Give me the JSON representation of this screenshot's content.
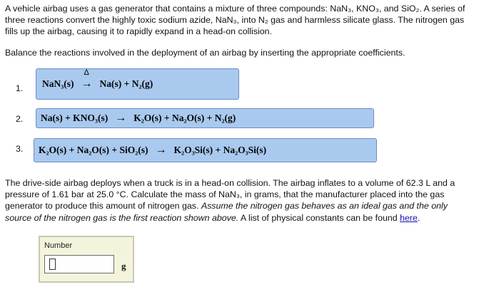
{
  "intro": "A vehicle airbag uses a gas generator that contains a mixture of three compounds: NaN₃, KNO₃, and SiO₂. A series of three reactions convert the highly toxic sodium azide, NaN₃, into N₂ gas and harmless silicate glass. The nitrogen gas fills up the airbag, causing it to rapidly expand in a head-on collision.",
  "task": "Balance the reactions involved in the deployment of an airbag by inserting the appropriate coefficients.",
  "reactions": [
    {
      "number": "1.",
      "reactants": "NaN₃(s)",
      "arrow": "→",
      "arrow_label": "Δ",
      "products": "Na(s) + N₂(g)"
    },
    {
      "number": "2.",
      "reactants": "Na(s) + KNO₃(s)",
      "arrow": "→",
      "products": "K₂O(s) + Na₂O(s) + N₂(g)"
    },
    {
      "number": "3.",
      "reactants": "K₂O(s) + Na₂O(s) + SiO₂(s)",
      "arrow": "→",
      "products": "K₂O₃Si(s) + Na₂O₃Si(s)"
    }
  ],
  "problem": {
    "text_before": "The drive-side airbag deploys when a truck is in a head-on collision. The airbag inflates to a volume of 62.3 L and a pressure of 1.61 bar at 25.0 °C. Calculate the mass of NaN₃, in grams, that the manufacturer placed into the gas generator to produce this amount of nitrogen gas. ",
    "italic": "Assume the nitrogen gas behaves as an ideal gas and the only source of the nitrogen gas is the first reaction shown above.",
    "text_after": " A list of physical constants can be found ",
    "link": "here",
    "end": "."
  },
  "answer": {
    "label": "Number",
    "value": "",
    "unit": "g"
  }
}
